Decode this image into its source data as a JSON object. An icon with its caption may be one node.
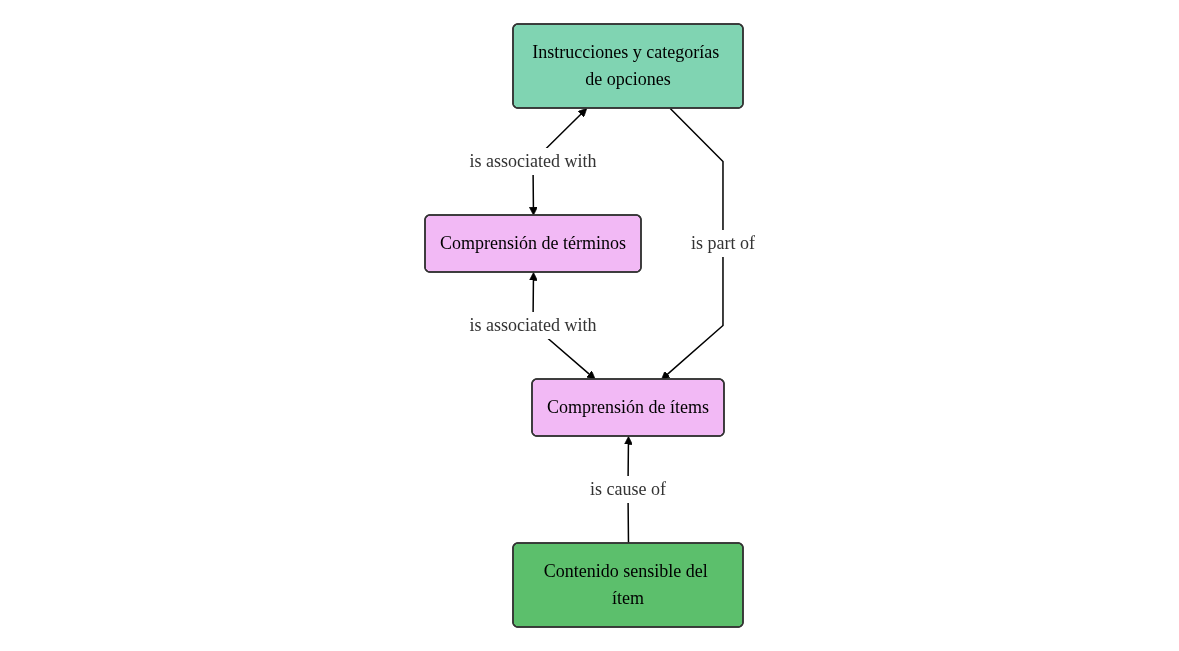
{
  "diagram": {
    "nodes": [
      {
        "text": [
          "Comprensión de ítems"
        ]
      },
      {
        "text": [
          "Comprensión de términos"
        ]
      },
      {
        "text": [
          "Contenido sensible del ítem"
        ]
      },
      {
        "text": [
          "Instrucciones y categorías de opciones"
        ]
      }
    ],
    "edges": [
      {
        "from": 2,
        "to": 0,
        "arrow": "to",
        "label": "is cause of"
      },
      {
        "from": 0,
        "to": 1,
        "arrow": "both",
        "label": "is associated with"
      },
      {
        "from": 1,
        "to": 3,
        "arrow": "both",
        "label": "is associated with"
      },
      {
        "from": 3,
        "to": 0,
        "arrow": "to",
        "label": "is part of"
      }
    ]
  }
}
